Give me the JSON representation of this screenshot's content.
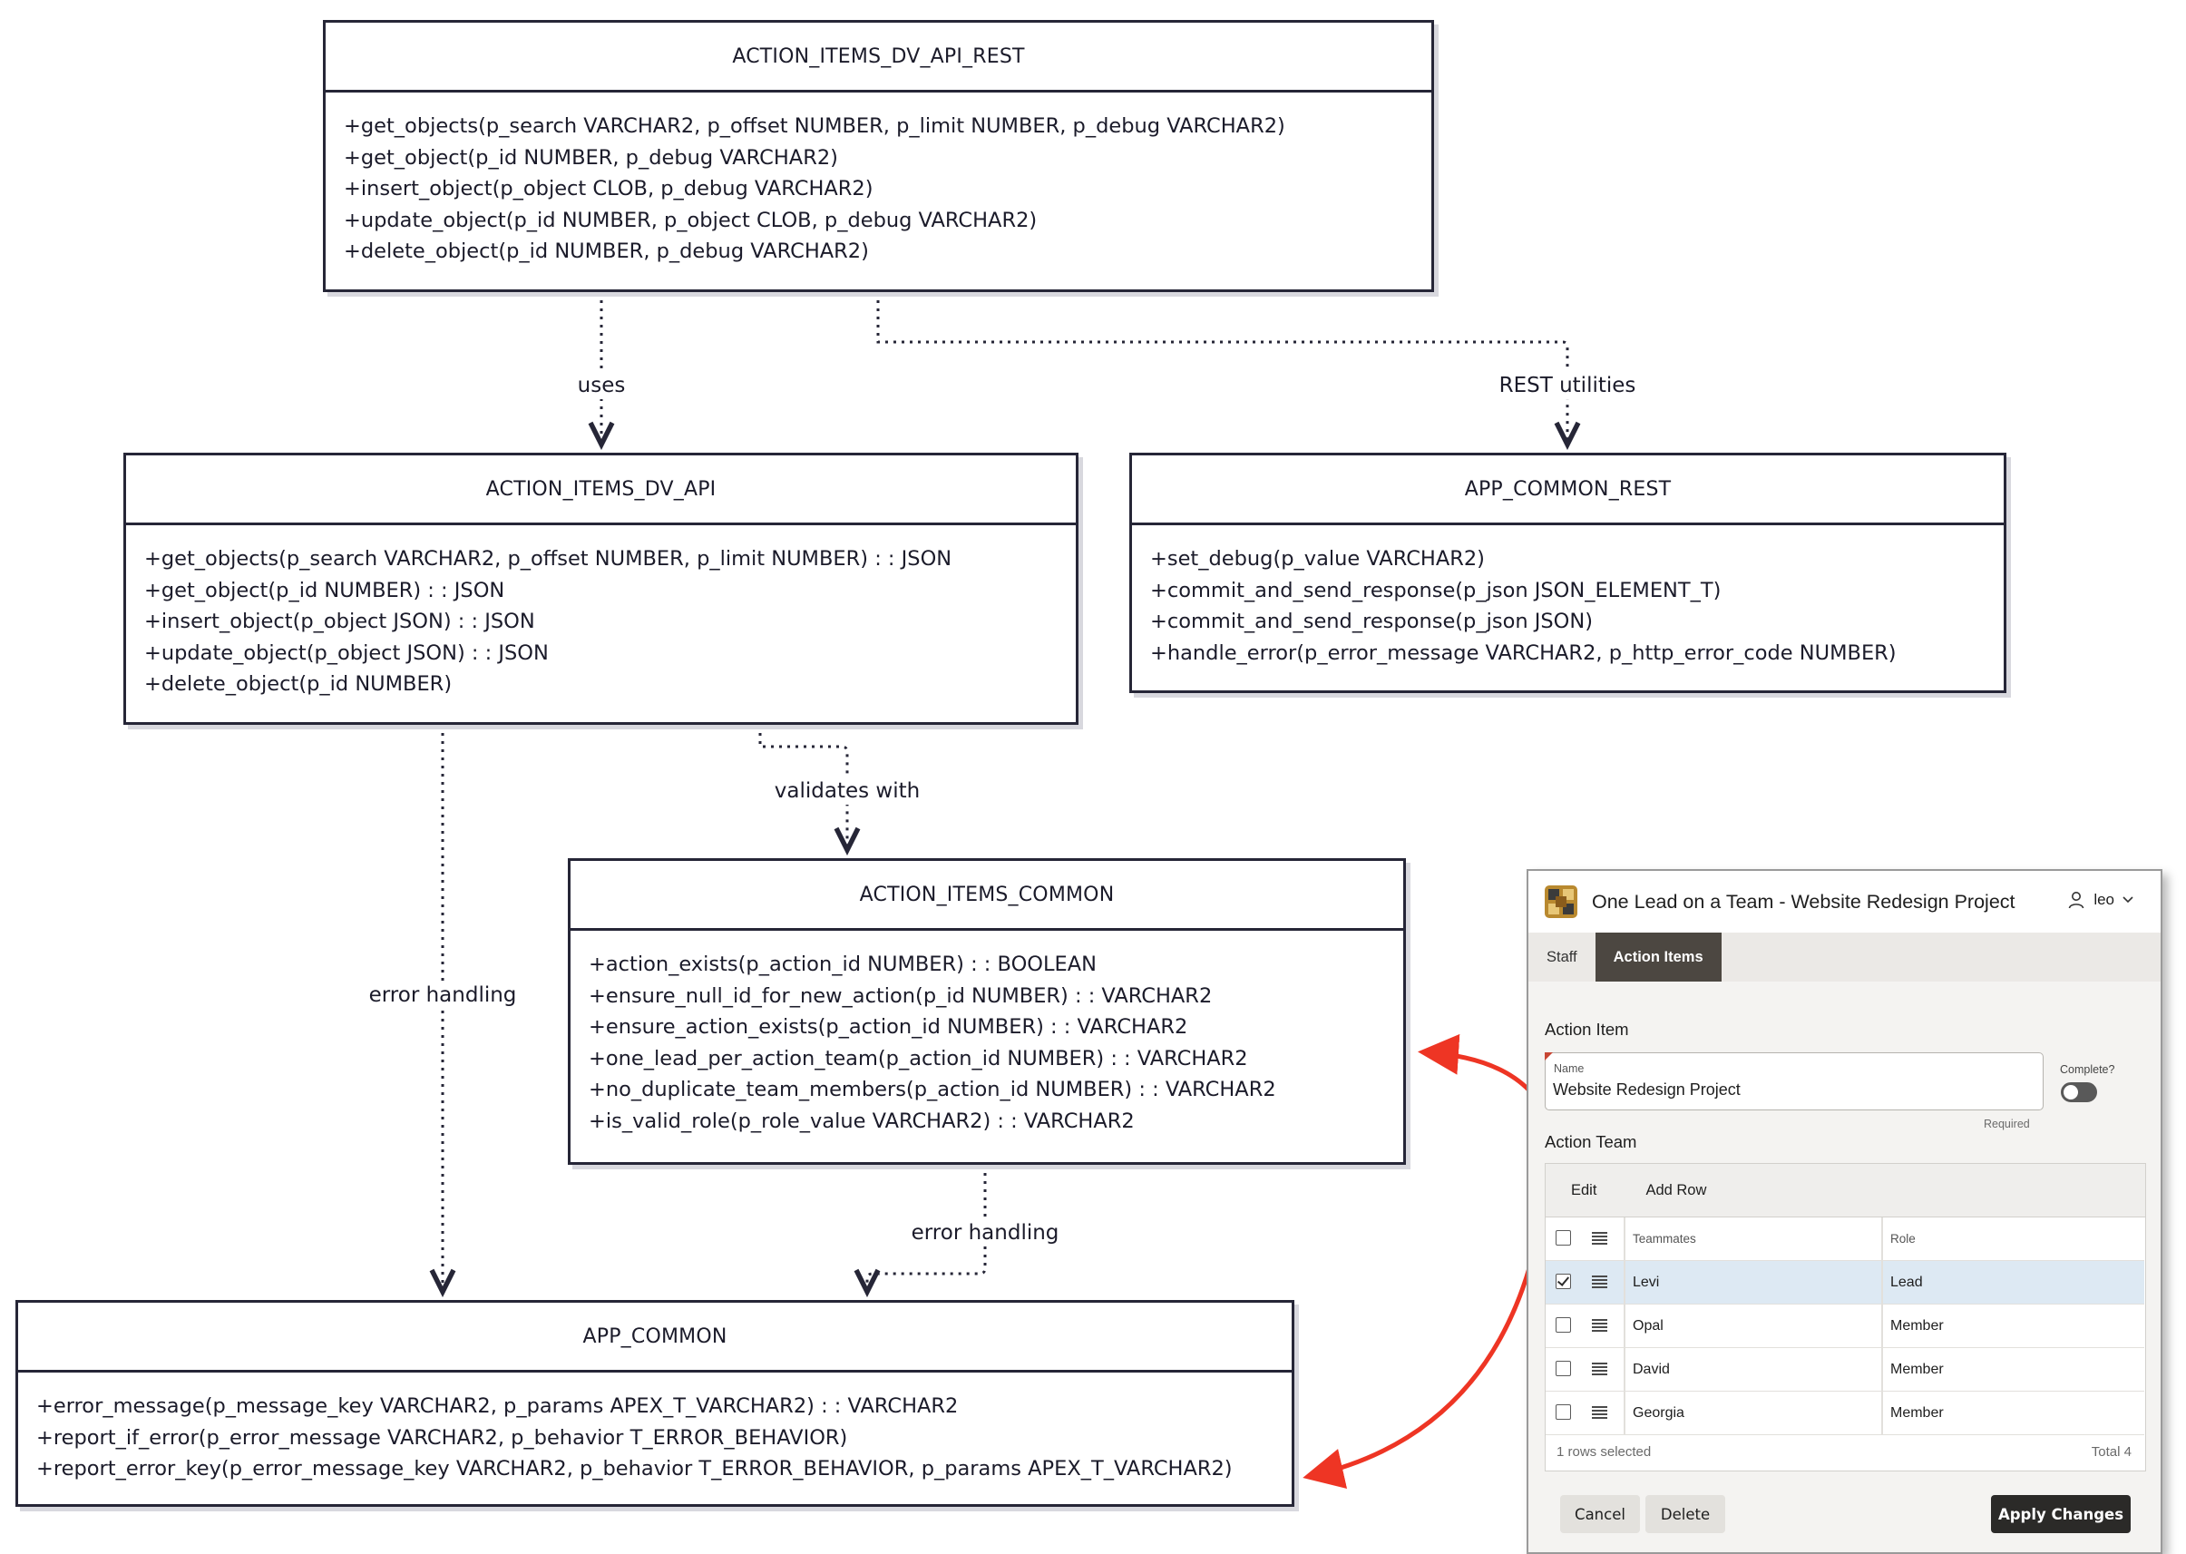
{
  "diagram": {
    "boxes": [
      {
        "title": "ACTION_ITEMS_DV_API_REST",
        "methods": [
          "+get_objects(p_search VARCHAR2, p_offset NUMBER, p_limit NUMBER, p_debug VARCHAR2)",
          "+get_object(p_id NUMBER, p_debug VARCHAR2)",
          "+insert_object(p_object CLOB, p_debug VARCHAR2)",
          "+update_object(p_id NUMBER, p_object CLOB, p_debug VARCHAR2)",
          "+delete_object(p_id NUMBER, p_debug VARCHAR2)"
        ]
      },
      {
        "title": "ACTION_ITEMS_DV_API",
        "methods": [
          "+get_objects(p_search VARCHAR2, p_offset NUMBER, p_limit NUMBER) : : JSON",
          "+get_object(p_id NUMBER) : : JSON",
          "+insert_object(p_object JSON) : : JSON",
          "+update_object(p_object JSON) : : JSON",
          "+delete_object(p_id NUMBER)"
        ]
      },
      {
        "title": "APP_COMMON_REST",
        "methods": [
          "+set_debug(p_value VARCHAR2)",
          "+commit_and_send_response(p_json JSON_ELEMENT_T)",
          "+commit_and_send_response(p_json JSON)",
          "+handle_error(p_error_message VARCHAR2, p_http_error_code NUMBER)"
        ]
      },
      {
        "title": "ACTION_ITEMS_COMMON",
        "methods": [
          "+action_exists(p_action_id NUMBER) : : BOOLEAN",
          "+ensure_null_id_for_new_action(p_id NUMBER) : : VARCHAR2",
          "+ensure_action_exists(p_action_id NUMBER) : : VARCHAR2",
          "+one_lead_per_action_team(p_action_id NUMBER) : : VARCHAR2",
          "+no_duplicate_team_members(p_action_id NUMBER) : : VARCHAR2",
          "+is_valid_role(p_role_value VARCHAR2) : : VARCHAR2"
        ]
      },
      {
        "title": "APP_COMMON",
        "methods": [
          "+error_message(p_message_key VARCHAR2, p_params APEX_T_VARCHAR2) : : VARCHAR2",
          "+report_if_error(p_error_message VARCHAR2, p_behavior T_ERROR_BEHAVIOR)",
          "+report_error_key(p_error_message_key VARCHAR2, p_behavior T_ERROR_BEHAVIOR, p_params APEX_T_VARCHAR2)"
        ]
      }
    ],
    "edges": [
      {
        "from": "ACTION_ITEMS_DV_API_REST",
        "to": "ACTION_ITEMS_DV_API",
        "label": "uses"
      },
      {
        "from": "ACTION_ITEMS_DV_API_REST",
        "to": "APP_COMMON_REST",
        "label": "REST utilities"
      },
      {
        "from": "ACTION_ITEMS_DV_API",
        "to": "ACTION_ITEMS_COMMON",
        "label": "validates with"
      },
      {
        "from": "ACTION_ITEMS_DV_API",
        "to": "APP_COMMON",
        "label": "error handling"
      },
      {
        "from": "ACTION_ITEMS_COMMON",
        "to": "APP_COMMON",
        "label": "error handling"
      }
    ],
    "arrow_color": "#ee3524",
    "line_color": "#262637"
  },
  "app": {
    "title": "One Lead on a Team  - Website Redesign Project",
    "user": "leo",
    "tabs": [
      "Staff",
      "Action Items"
    ],
    "active_tab": "Action Items",
    "action_item_title": "Action Item",
    "name_label": "Name",
    "name_value": "Website Redesign Project",
    "required_hint": "Required",
    "complete_label": "Complete?",
    "complete_on": false,
    "team_title": "Action Team",
    "toolbar": {
      "edit": "Edit",
      "add_row": "Add Row"
    },
    "columns": [
      "Teammates",
      "Role"
    ],
    "rows": [
      {
        "name": "Levi",
        "role": "Lead",
        "selected": true
      },
      {
        "name": "Opal",
        "role": "Member",
        "selected": false
      },
      {
        "name": "David",
        "role": "Member",
        "selected": false
      },
      {
        "name": "Georgia",
        "role": "Member",
        "selected": false
      }
    ],
    "footer_selected": "1 rows selected",
    "footer_total": "Total 4",
    "buttons": {
      "cancel": "Cancel",
      "delete": "Delete",
      "apply": "Apply Changes"
    }
  }
}
